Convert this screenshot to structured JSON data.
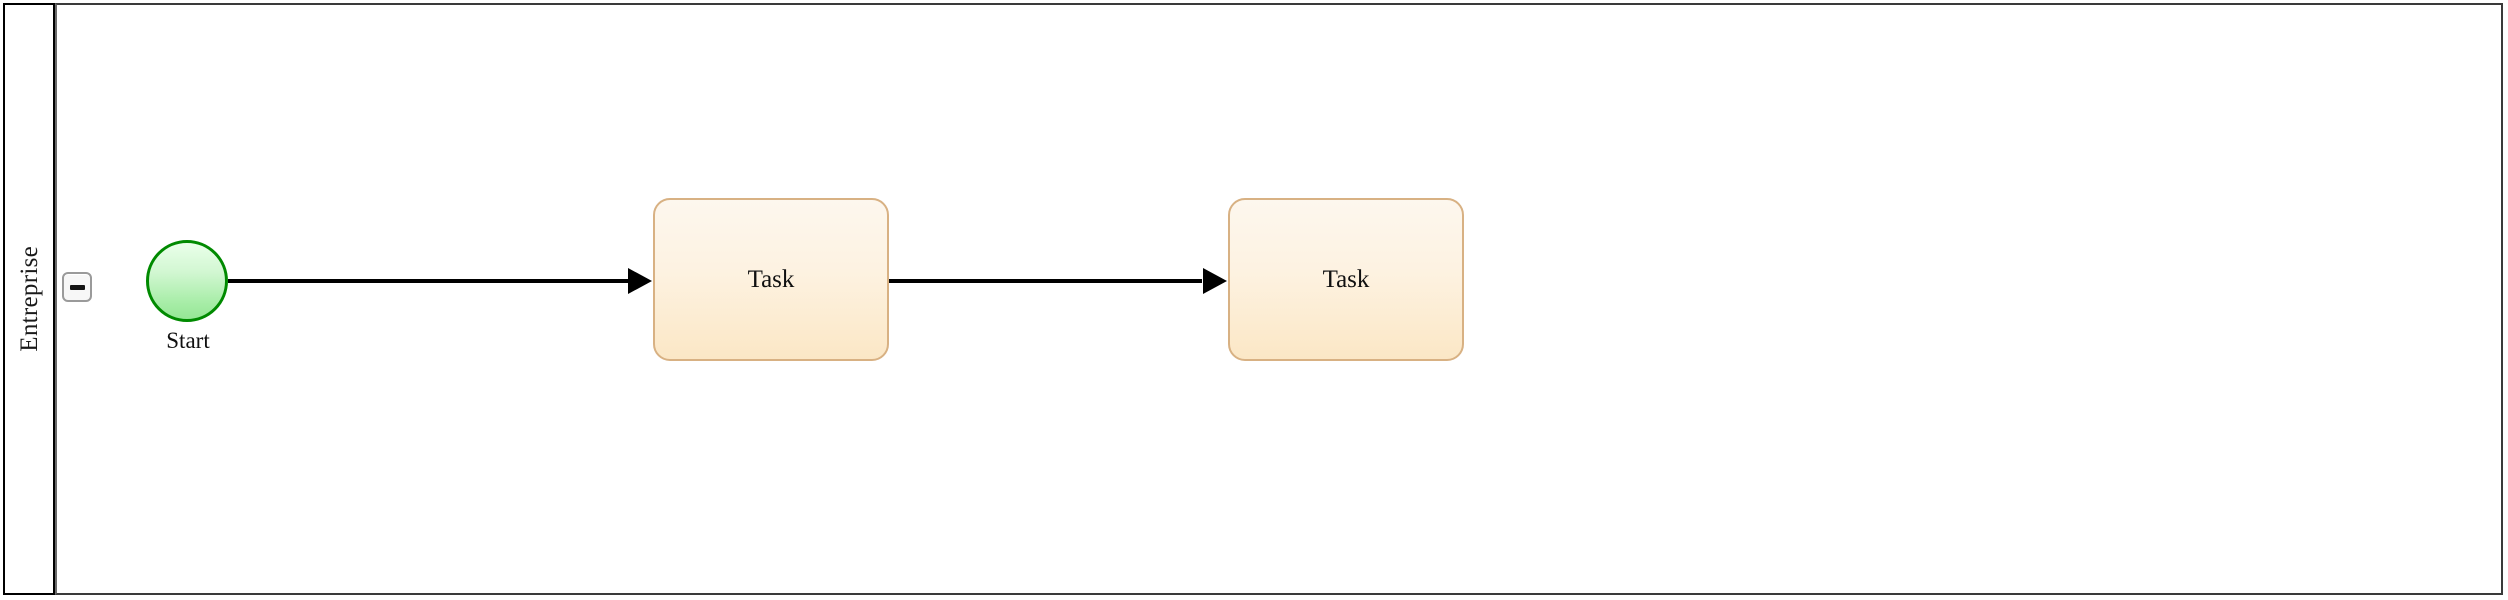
{
  "diagram": {
    "type": "bpmn-process",
    "pool": {
      "label": "Entreprise",
      "collapse_toggle": {
        "name": "collapse-lane-toggle",
        "icon": "minus-icon",
        "state": "expanded"
      }
    },
    "nodes": [
      {
        "id": "start-event",
        "type": "start-event",
        "label": "Start",
        "shape": "circle",
        "fill_top": "#eaffea",
        "fill_bottom": "#95e795",
        "stroke": "#008a00"
      },
      {
        "id": "task-1",
        "type": "task",
        "label": "Task",
        "shape": "rounded-rectangle",
        "fill_top": "#fdf7ee",
        "fill_bottom": "#fbe7c6",
        "stroke": "#d8b183"
      },
      {
        "id": "task-2",
        "type": "task",
        "label": "Task",
        "shape": "rounded-rectangle",
        "fill_top": "#fdf7ee",
        "fill_bottom": "#fbe7c6",
        "stroke": "#d8b183"
      }
    ],
    "flows": [
      {
        "id": "flow-1",
        "type": "sequence-flow",
        "from": "start-event",
        "to": "task-1",
        "stroke": "#000000"
      },
      {
        "id": "flow-2",
        "type": "sequence-flow",
        "from": "task-1",
        "to": "task-2",
        "stroke": "#000000"
      }
    ],
    "colors": {
      "canvas": "#ffffff",
      "pool_border": "#000000",
      "lane_border": "#3a3a3a",
      "toggle_border": "#9a9a9a",
      "toggle_fill": "#f7f7f7"
    }
  }
}
